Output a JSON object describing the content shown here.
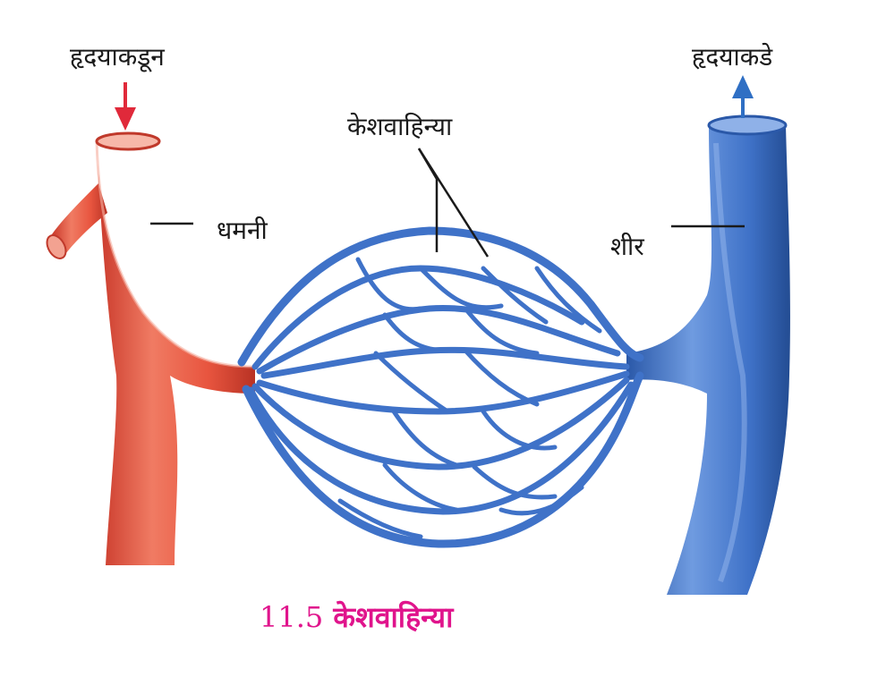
{
  "labels": {
    "from_heart": "हृदयाकडून",
    "to_heart": "हृदयाकडे",
    "capillaries": "केशवाहिन्या",
    "artery": "धमनी",
    "vein": "शीर"
  },
  "caption": {
    "number": "11.5",
    "text": "केशवाहिन्या"
  },
  "colors": {
    "artery": "#e8553f",
    "vein": "#3f72c8",
    "arrow_in": "#e0293a",
    "arrow_out": "#2f6fc4",
    "caption": "#e0148c"
  }
}
